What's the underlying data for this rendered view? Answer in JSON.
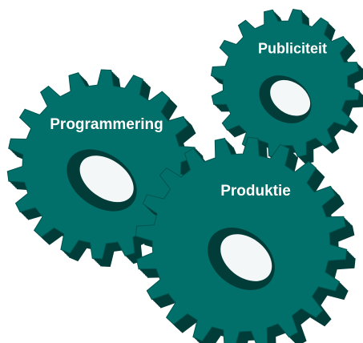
{
  "colors": {
    "gear_face": "#02706a",
    "gear_side": "#013c39",
    "gear_edge": "#01524d",
    "hole_highlight": "#f4f7f7",
    "hole_shadow": "#0b4a47",
    "label": "#ffffff"
  },
  "gears": [
    {
      "name": "publiciteit",
      "label": "Publiciteit"
    },
    {
      "name": "programmering",
      "label": "Programmering"
    },
    {
      "name": "produktie",
      "label": "Produktie"
    }
  ]
}
